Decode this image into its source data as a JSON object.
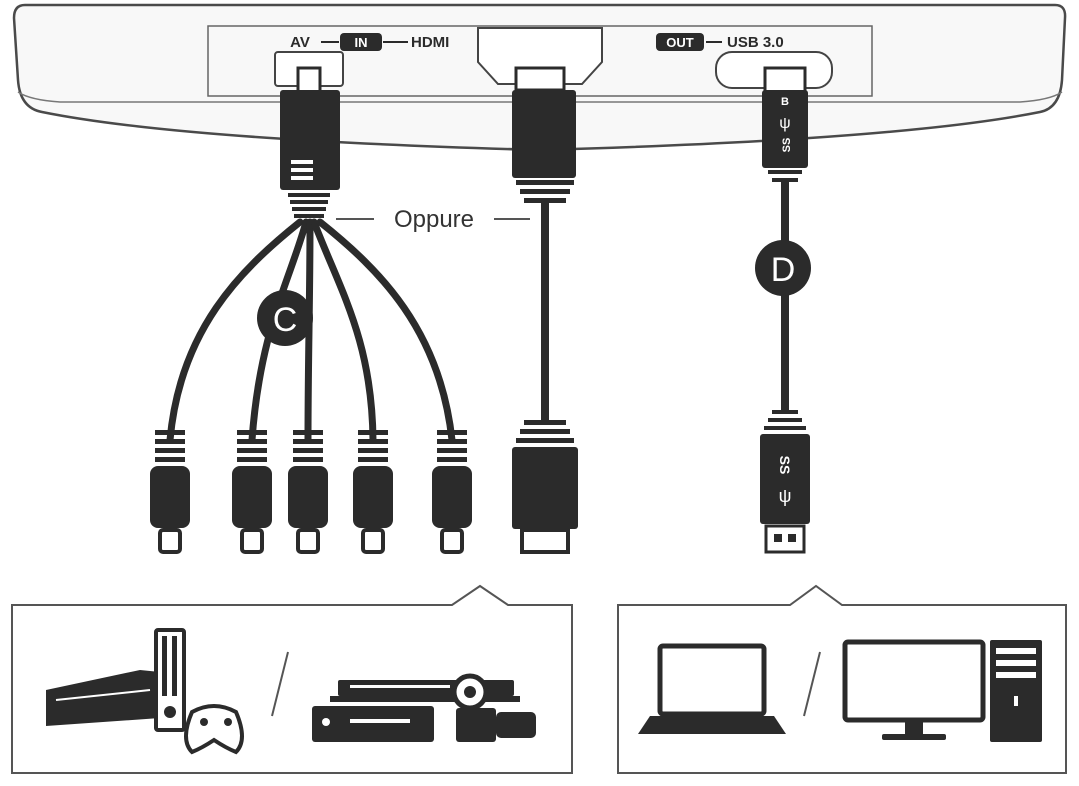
{
  "device_panel": {
    "av_label": "AV",
    "in_label": "IN",
    "hdmi_label": "HDMI",
    "out_label": "OUT",
    "usb_label": "USB 3.0"
  },
  "cables": {
    "label_c": "C",
    "label_d": "D",
    "optional_label": "Oppure",
    "usb_b_mark": "B",
    "usb_ss_mark": "SS"
  },
  "colors": {
    "ink": "#2b2b2b",
    "device_body": "#f7f7f7",
    "outline": "#4a4a4a"
  },
  "icons": {
    "left_box": [
      "game-console-icon",
      "gamepad-icon",
      "dvd-player-icon",
      "set-top-box-icon",
      "camcorder-icon"
    ],
    "right_box": [
      "laptop-icon",
      "monitor-icon",
      "desktop-tower-icon"
    ]
  }
}
